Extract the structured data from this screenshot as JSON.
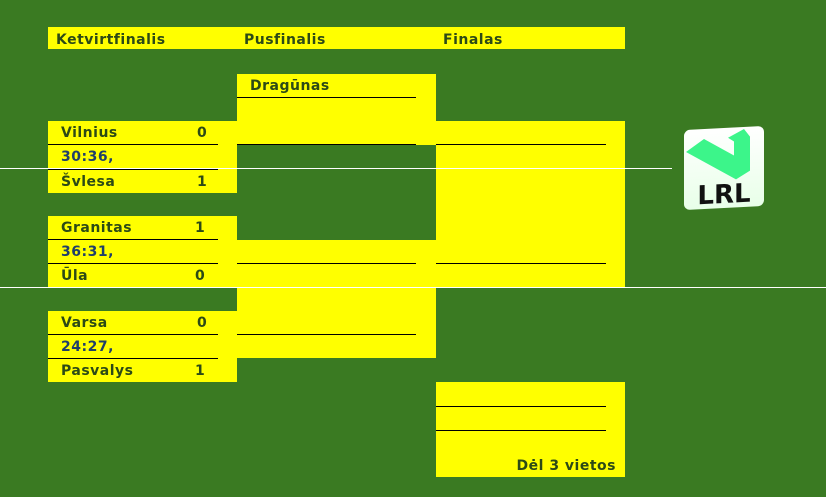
{
  "headers": [
    "Ketvirtfinalis",
    "Pusfinalis",
    "Finalas"
  ],
  "quarterfinals": [
    {
      "team1": "Vilnius",
      "score1": "0",
      "result": "30:36,",
      "team2": "Švlesa",
      "score2": "1"
    },
    {
      "team1": "Granitas",
      "score1": "1",
      "result": "36:31,",
      "team2": "Ūla",
      "score2": "0"
    },
    {
      "team1": "Varsa",
      "score1": "0",
      "result": "24:27,",
      "team2": "Pasvalys",
      "score2": "1"
    }
  ],
  "semifinal_seed": "Dragūnas",
  "third_place_label": "Dėl 3 vietos",
  "logo_text": "LRL",
  "colors": {
    "background": "#3a7a22",
    "box": "#ffff00",
    "text": "#2c4a16"
  }
}
